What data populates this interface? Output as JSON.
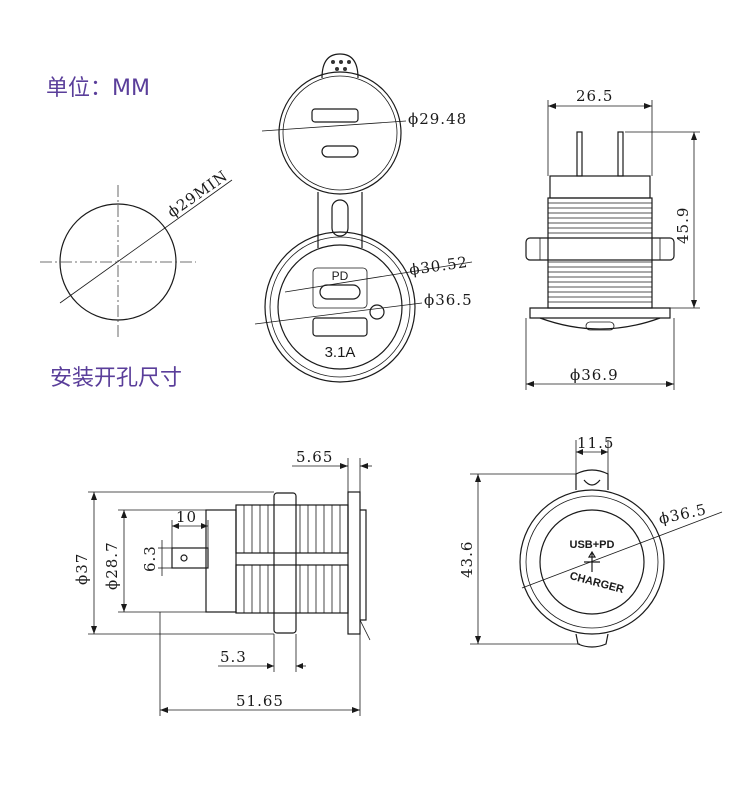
{
  "labels": {
    "unit": "单位：MM",
    "hole_caption": "安装开孔尺寸"
  },
  "dimensions": {
    "hole_dia": "ϕ29MIN",
    "cap_dia": "ϕ29.48",
    "face_dia": "ϕ30.52",
    "bezel_dia": "ϕ36.5",
    "side_width": "26.5",
    "side_height": "45.9",
    "side_flange": "ϕ36.9",
    "bottom_nut": "5.65",
    "bottom_term": "10",
    "bottom_small": "6.3",
    "bottom_body": "ϕ28.7",
    "bottom_overall_dia": "ϕ37",
    "bottom_plate": "5.3",
    "bottom_length": "51.65",
    "front_width": "11.5",
    "front_height": "43.6",
    "front_dia": "ϕ36.5"
  },
  "markings": {
    "pd": "PD",
    "amps": "3.1A",
    "usb_pd": "USB+PD",
    "charger": "CHARGER"
  }
}
